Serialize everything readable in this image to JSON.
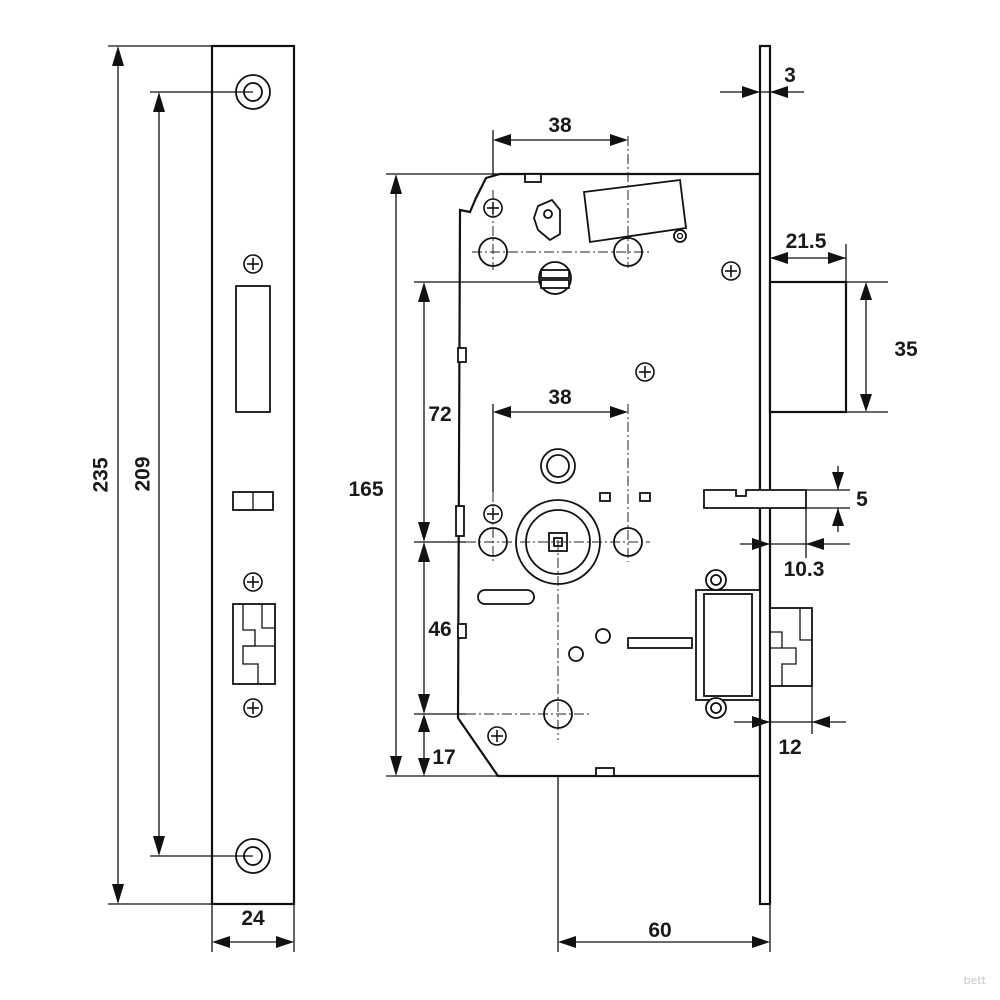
{
  "diagram": {
    "dimensions": {
      "faceplate_length": "235",
      "screw_hole_spacing": "209",
      "faceplate_width": "24",
      "backset_spacing_top": "38",
      "backset_spacing_mid": "38",
      "case_height": "165",
      "spindle_to_top": "72",
      "spindle_to_cylinder": "46",
      "bottom_offset": "17",
      "faceplate_thickness": "3",
      "latch_projection": "21.5",
      "latch_height": "35",
      "aux_latch_height": "5",
      "aux_latch_projection": "10.3",
      "deadbolt_projection": "12",
      "backset": "60"
    },
    "watermark": "bett"
  }
}
